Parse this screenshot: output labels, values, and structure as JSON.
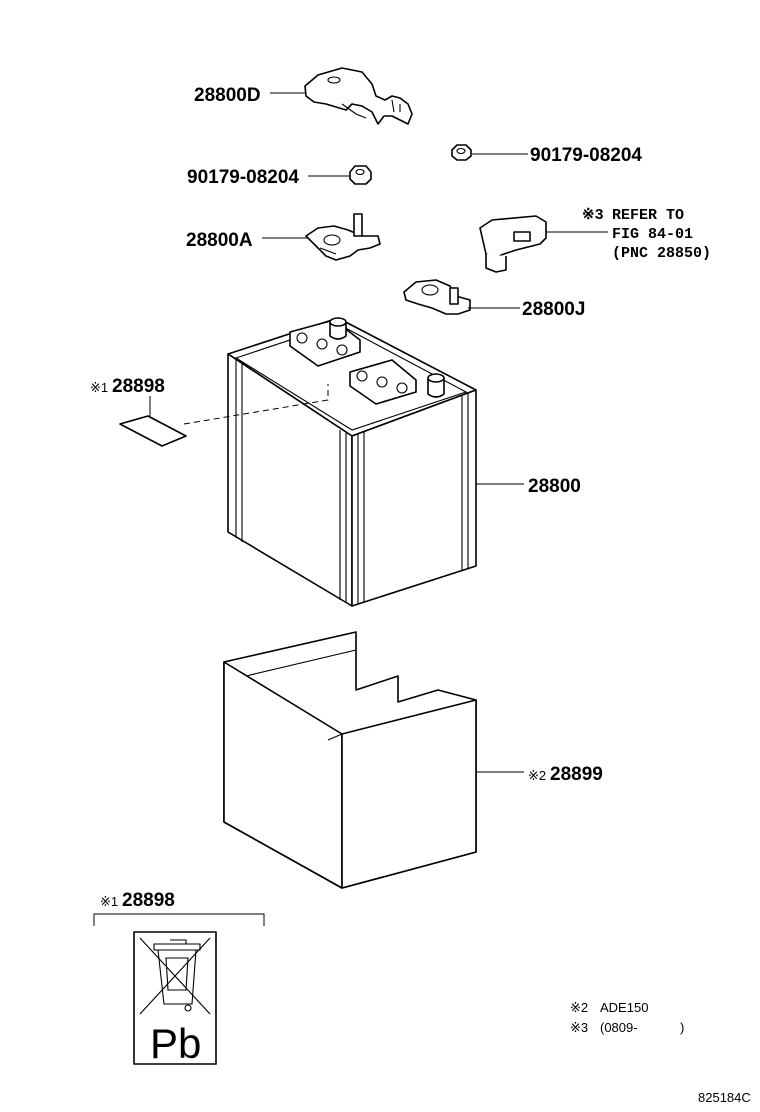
{
  "diagram": {
    "figure_code": "825184C",
    "parts": {
      "clamp_bracket": "28800D",
      "nut_right": "90179-08204",
      "nut_left": "90179-08204",
      "terminal_positive": "28800A",
      "terminal_negative": "28800J",
      "battery": "28800",
      "label_sheet": "28898",
      "label_sheet_mark": "※1",
      "battery_tray": "28899",
      "battery_tray_mark": "※2",
      "recycle_label": "28898",
      "recycle_label_mark": "※1",
      "recycle_label_text": "Pb"
    },
    "sensor_ref": {
      "mark": "※3",
      "line1": "REFER TO",
      "line2": "FIG 84-01",
      "line3": "(PNC 28850)"
    },
    "notes": [
      {
        "mark": "※2",
        "text": "ADE150"
      },
      {
        "mark": "※3",
        "text": "(0809-",
        "close": ")"
      }
    ]
  }
}
